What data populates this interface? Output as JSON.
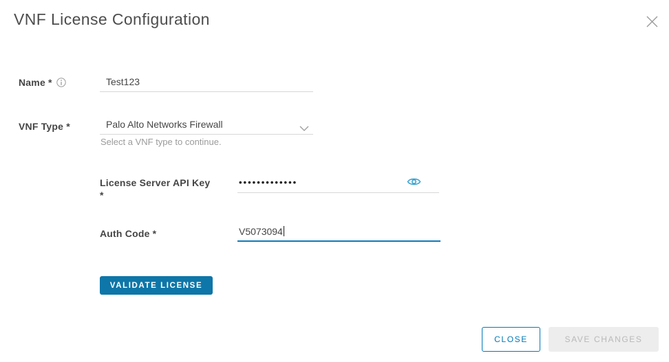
{
  "dialog": {
    "title": "VNF License Configuration"
  },
  "form": {
    "name": {
      "label": "Name *",
      "value": "Test123"
    },
    "vnf_type": {
      "label": "VNF Type *",
      "selected_value": "Palo Alto Networks Firewall",
      "helper": "Select a VNF type to continue."
    },
    "api_key": {
      "label": "License Server API Key *",
      "masked_value": "•••••••••••••"
    },
    "auth_code": {
      "label": "Auth Code *",
      "value": "V5073094",
      "focused": true
    },
    "validate_button_label": "VALIDATE LICENSE"
  },
  "footer": {
    "close_button_label": "CLOSE",
    "save_button_label": "SAVE CHANGES",
    "save_button_disabled": true
  },
  "icons": {
    "close": "x-icon",
    "name_info": "info-circle-icon",
    "vnf_type_dropdown": "chevron-down-icon",
    "api_key_reveal": "eye-icon"
  },
  "colors": {
    "primary_button_bg": "#0e76a8",
    "focused_underline": "#1079b8",
    "outline_button_blue": "#0079b8",
    "eye_icon_blue": "#3aa4d1",
    "label_text": "#454545",
    "helper_text": "#9b9b9b",
    "underline_gray": "#d7d7d7",
    "disabled_button_bg": "#ededed",
    "disabled_button_text": "#b9b9b9",
    "title_text": "#4d4d4d"
  }
}
